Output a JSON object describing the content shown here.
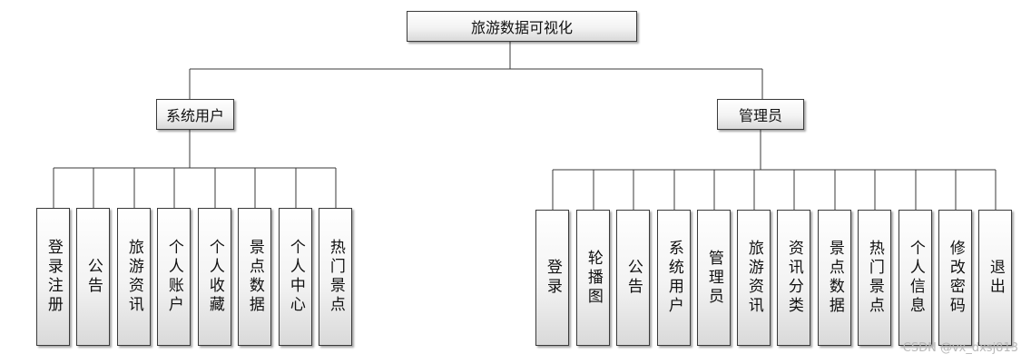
{
  "root": {
    "label": "旅游数据可视化"
  },
  "groups": [
    {
      "label": "系统用户",
      "children": [
        "登录注册",
        "公告",
        "旅游资讯",
        "个人账户",
        "个人收藏",
        "景点数据",
        "个人中心",
        "热门景点"
      ]
    },
    {
      "label": "管理员",
      "children": [
        "登录",
        "轮播图",
        "公告",
        "系统用户",
        "管理员",
        "旅游资讯",
        "资讯分类",
        "景点数据",
        "热门景点",
        "个人信息",
        "修改密码",
        "退出"
      ]
    }
  ],
  "watermark": "CSDN @vx_dxsj813"
}
